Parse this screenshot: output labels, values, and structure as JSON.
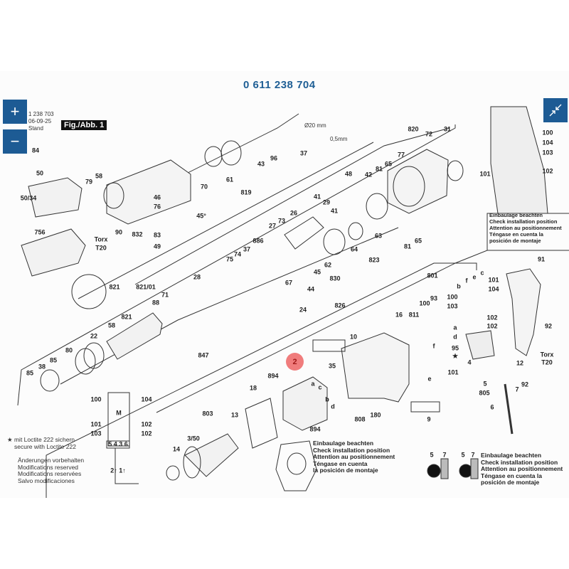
{
  "header": {
    "title": "0 611 238 704",
    "prev_number": "1 238 703",
    "stand_label": "Stand",
    "date": "06-09-25",
    "figure": "Fig./Abb. 1"
  },
  "controls": {
    "zoom_in": "+",
    "zoom_out": "−",
    "collapse_icon": "collapse-arrows-icon",
    "accent": "#1d5b94"
  },
  "highlight": {
    "label": "2",
    "color": "#f07c7c"
  },
  "dimension": {
    "diameter": "Ø20 mm",
    "thickness": "0,5mm"
  },
  "labels": [
    "84",
    "50",
    "79",
    "58",
    "50/34",
    "756",
    "90",
    "Torx",
    "T20",
    "46",
    "76",
    "45°",
    "832",
    "83",
    "49",
    "70",
    "61",
    "819",
    "43",
    "96",
    "37",
    "820",
    "72",
    "31",
    "77",
    "65",
    "81",
    "42",
    "48",
    "41",
    "29",
    "41",
    "26",
    "73",
    "27",
    "886",
    "37",
    "74",
    "75",
    "64",
    "63",
    "81",
    "65",
    "62",
    "45",
    "830",
    "823",
    "67",
    "44",
    "826",
    "24",
    "821",
    "821/01",
    "88",
    "71",
    "28",
    "821",
    "58",
    "22",
    "80",
    "85",
    "38",
    "85",
    "847",
    "801",
    "b",
    "f",
    "e",
    "c",
    "100",
    "103",
    "101",
    "104",
    "93",
    "100",
    "811",
    "16",
    "a",
    "d",
    "102",
    "102",
    "95",
    "★",
    "4",
    "12",
    "92",
    "7",
    "5",
    "805",
    "6",
    "9",
    "101",
    "f",
    "e",
    "91",
    "92",
    "Torx",
    "T20",
    "10",
    "35",
    "894",
    "18",
    "803",
    "13",
    "3/50",
    "14",
    "894",
    "808",
    "180",
    "100",
    "104",
    "103",
    "101",
    "102",
    "100",
    "104",
    "M",
    "101",
    "103",
    "102",
    "102",
    "5 4 3 6",
    "2↑ 1↑",
    "5",
    "7",
    "5",
    "7",
    "a",
    "c",
    "b",
    "d"
  ],
  "notes": {
    "loctite_de": "★ mit Loctite 222 sichern",
    "loctite_en": "secure with Loctite 222",
    "modifications": [
      "Änderungen vorbehalten",
      "Modifications reserved",
      "Modifications reservées",
      "Salvo modificaciones"
    ],
    "install_a": [
      "Einbaulage beachten",
      "Check installation position",
      "Attention au positionnement",
      "Téngase en cuenta la",
      "posición de montaje"
    ],
    "install_b": [
      "Einbaulage beachten",
      "Check installation position",
      "Attention au positionnement",
      "Téngase en cuenta",
      "la posición de montaje"
    ],
    "install_c": [
      "Einbaulage beachten",
      "Check installation position",
      "Attention au positionnement",
      "Téngase en cuenta la",
      "posición de montaje"
    ]
  }
}
